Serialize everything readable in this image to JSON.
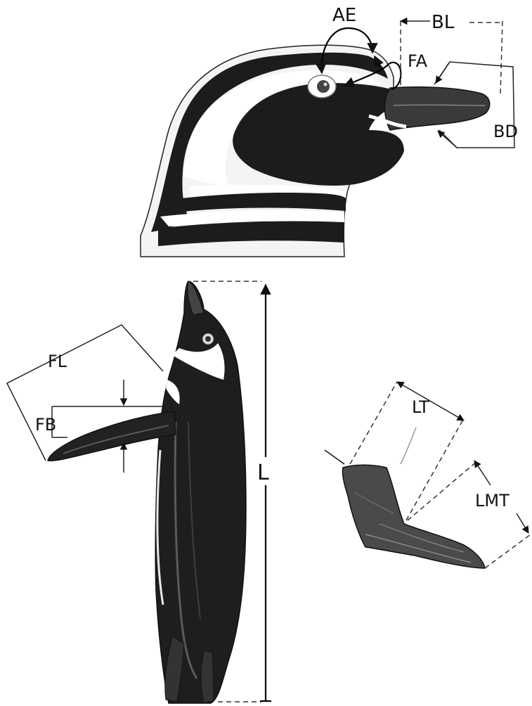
{
  "labels": {
    "ae": "AE",
    "bl": "BL",
    "fa": "FA",
    "bd": "BD",
    "fl": "FL",
    "fb": "FB",
    "l": "L",
    "lt": "LT",
    "lmt": "LMT"
  },
  "colors": {
    "ink": "#111111",
    "plumage_dark": "#1c1c1c",
    "plumage_light": "#ffffff",
    "foot": "#4a4a4a"
  }
}
